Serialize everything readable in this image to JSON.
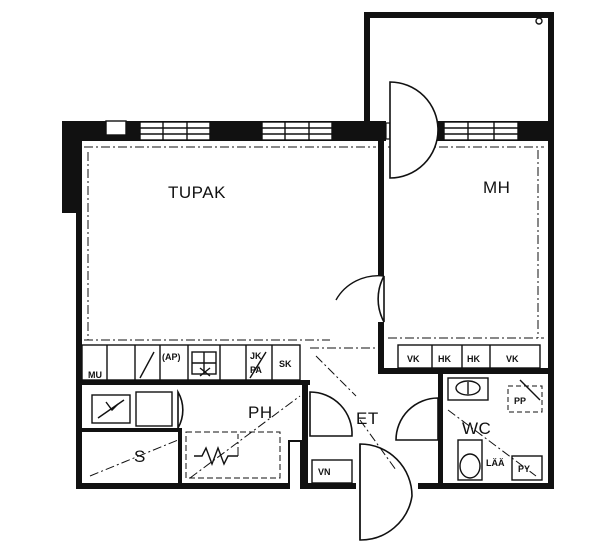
{
  "rooms": {
    "living": "TUPAK",
    "bedroom": "MH",
    "hall": "PH",
    "entry": "ET",
    "toilet": "WC",
    "sauna": "S"
  },
  "fixtures": {
    "mu": "MU",
    "ap": "(AP)",
    "jk": "JK",
    "pa": "PA",
    "sk": "SK",
    "vk1": "VK",
    "hk1": "HK",
    "hk2": "HK",
    "vk2": "VK",
    "pp": "PP",
    "vn": "VN",
    "laa": "LÄÄ",
    "py": "PY"
  }
}
